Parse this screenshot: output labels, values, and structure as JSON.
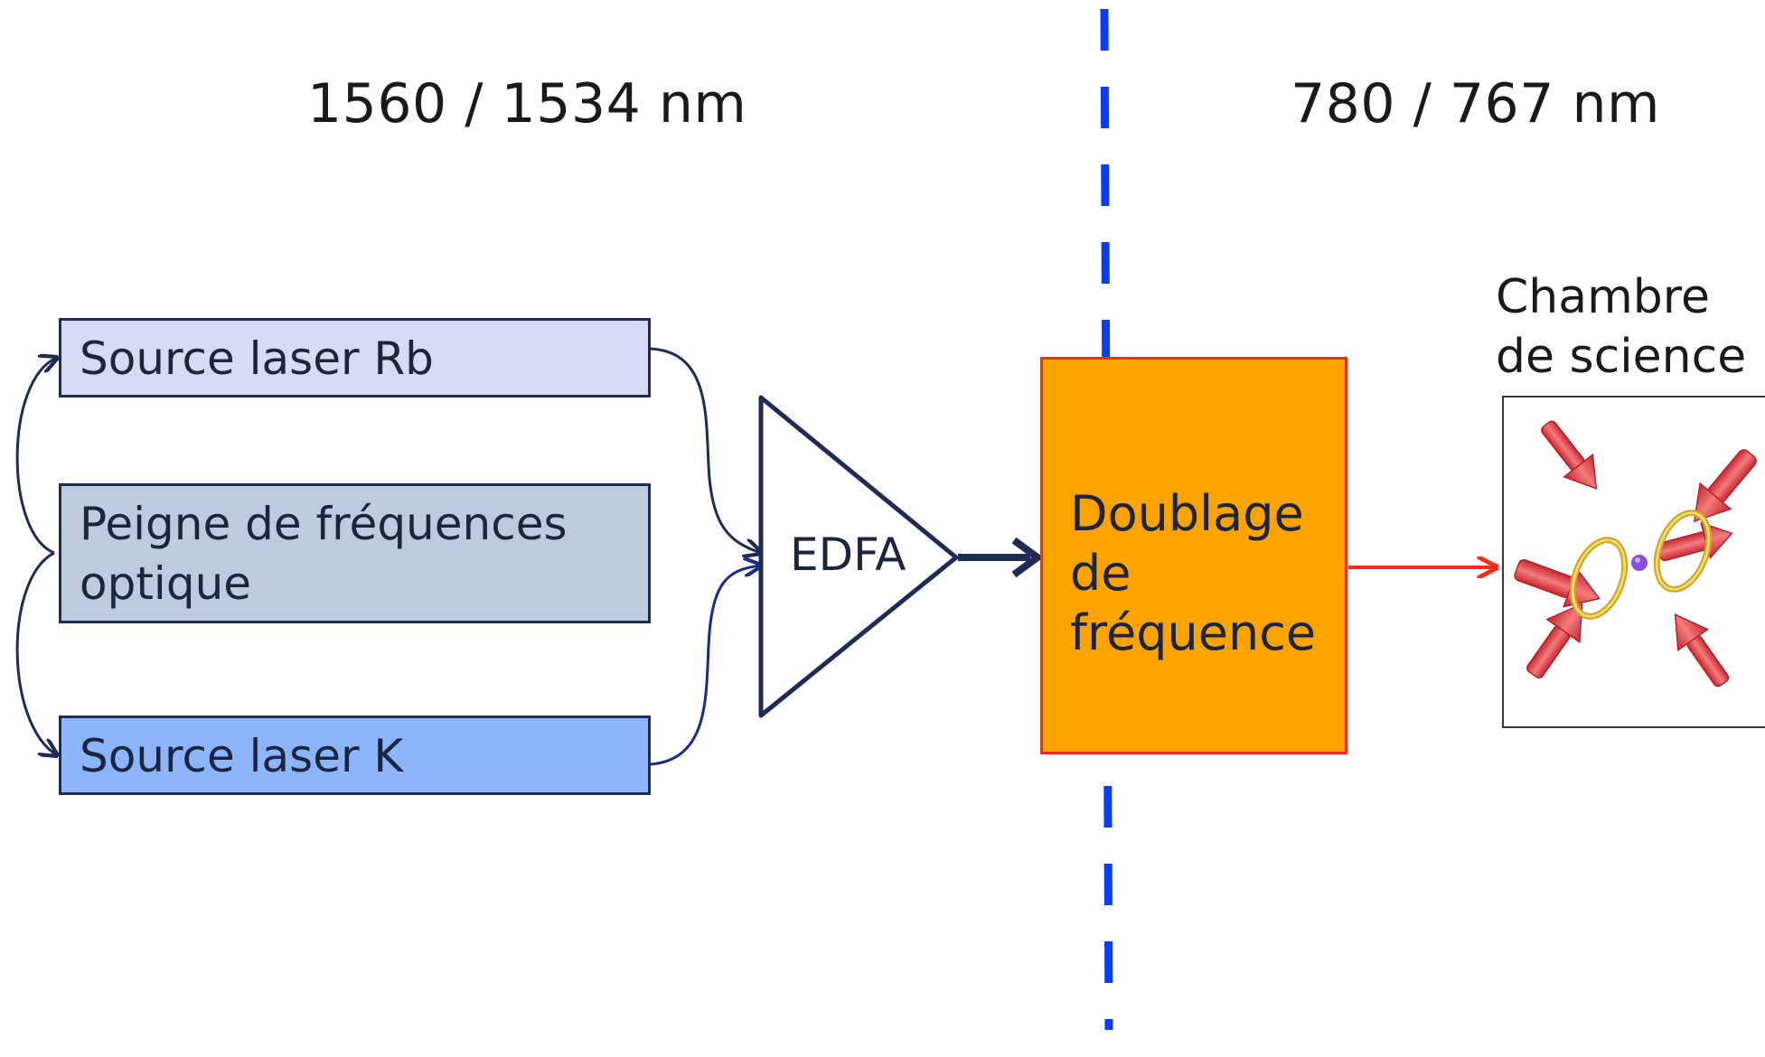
{
  "headings": {
    "left_wavelength": "1560 / 1534 nm",
    "right_wavelength": "780 / 767 nm"
  },
  "blocks": {
    "source_rb": "Source laser Rb",
    "frequency_comb_line1": "Peigne de fréquences",
    "frequency_comb_line2": "optique",
    "source_k": "Source laser K",
    "edfa": "EDFA",
    "doubling_line1": "Doublage",
    "doubling_line2": "de",
    "doubling_line3": "fréquence",
    "chamber_line1": "Chambre",
    "chamber_line2": "de science"
  },
  "colors": {
    "divider": "#0a3cf0",
    "arrow_dark": "#1f2a55",
    "arrow_red": "#f72b17",
    "doubling_fill": "#fba400",
    "rb_fill": "#d8daf3",
    "comb_fill": "#bccbde",
    "k_fill": "#8db5fb"
  },
  "icons": {
    "chamber_illustration": "mot-beams-coils-icon"
  }
}
